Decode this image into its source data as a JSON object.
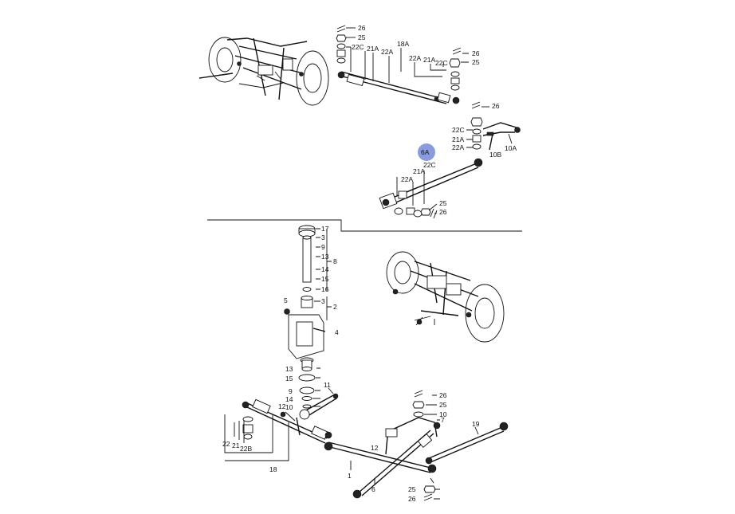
{
  "colors": {
    "ink": "#111111",
    "highlight": "#7f90d8",
    "background": "#ffffff"
  },
  "labels": {
    "top": {
      "l26a": "26",
      "l25a": "25",
      "l22c_a": "22C",
      "l21a_a": "21A",
      "l22a_a": "22A",
      "l18a": "18A",
      "l26b": "26",
      "l25b": "25",
      "l22a_b": "22A",
      "l21a_b": "21A",
      "l22c_b": "22C",
      "l26c": "26",
      "l22c_c": "22C",
      "l21a_c": "21A",
      "l22a_c": "22A",
      "l10b": "10B",
      "l10a": "10A",
      "l6a": "6A",
      "l22c_d": "22C",
      "l21a_d": "21A",
      "l22a_d": "22A",
      "l25c": "25",
      "l26d": "26"
    },
    "column": {
      "l17": "17",
      "l3a": "3",
      "l9a": "9",
      "l13a": "13",
      "l8": "8",
      "l14a": "14",
      "l15a": "15",
      "l16": "16",
      "l5": "5",
      "l3b": "3",
      "l2": "2",
      "l4": "4",
      "l13b": "13",
      "l15b": "15",
      "l9b": "9",
      "l14b": "14",
      "l10c": "10"
    },
    "bottom": {
      "l11": "11",
      "l12a": "12",
      "l22": "22",
      "l21": "21",
      "l22b": "22B",
      "l18": "18",
      "l26e": "26",
      "l25d": "25",
      "l10d": "10",
      "l7": "7",
      "l19": "19",
      "l12b": "12",
      "l1": "1",
      "l6": "6",
      "l25e": "25",
      "l26f": "26"
    }
  }
}
